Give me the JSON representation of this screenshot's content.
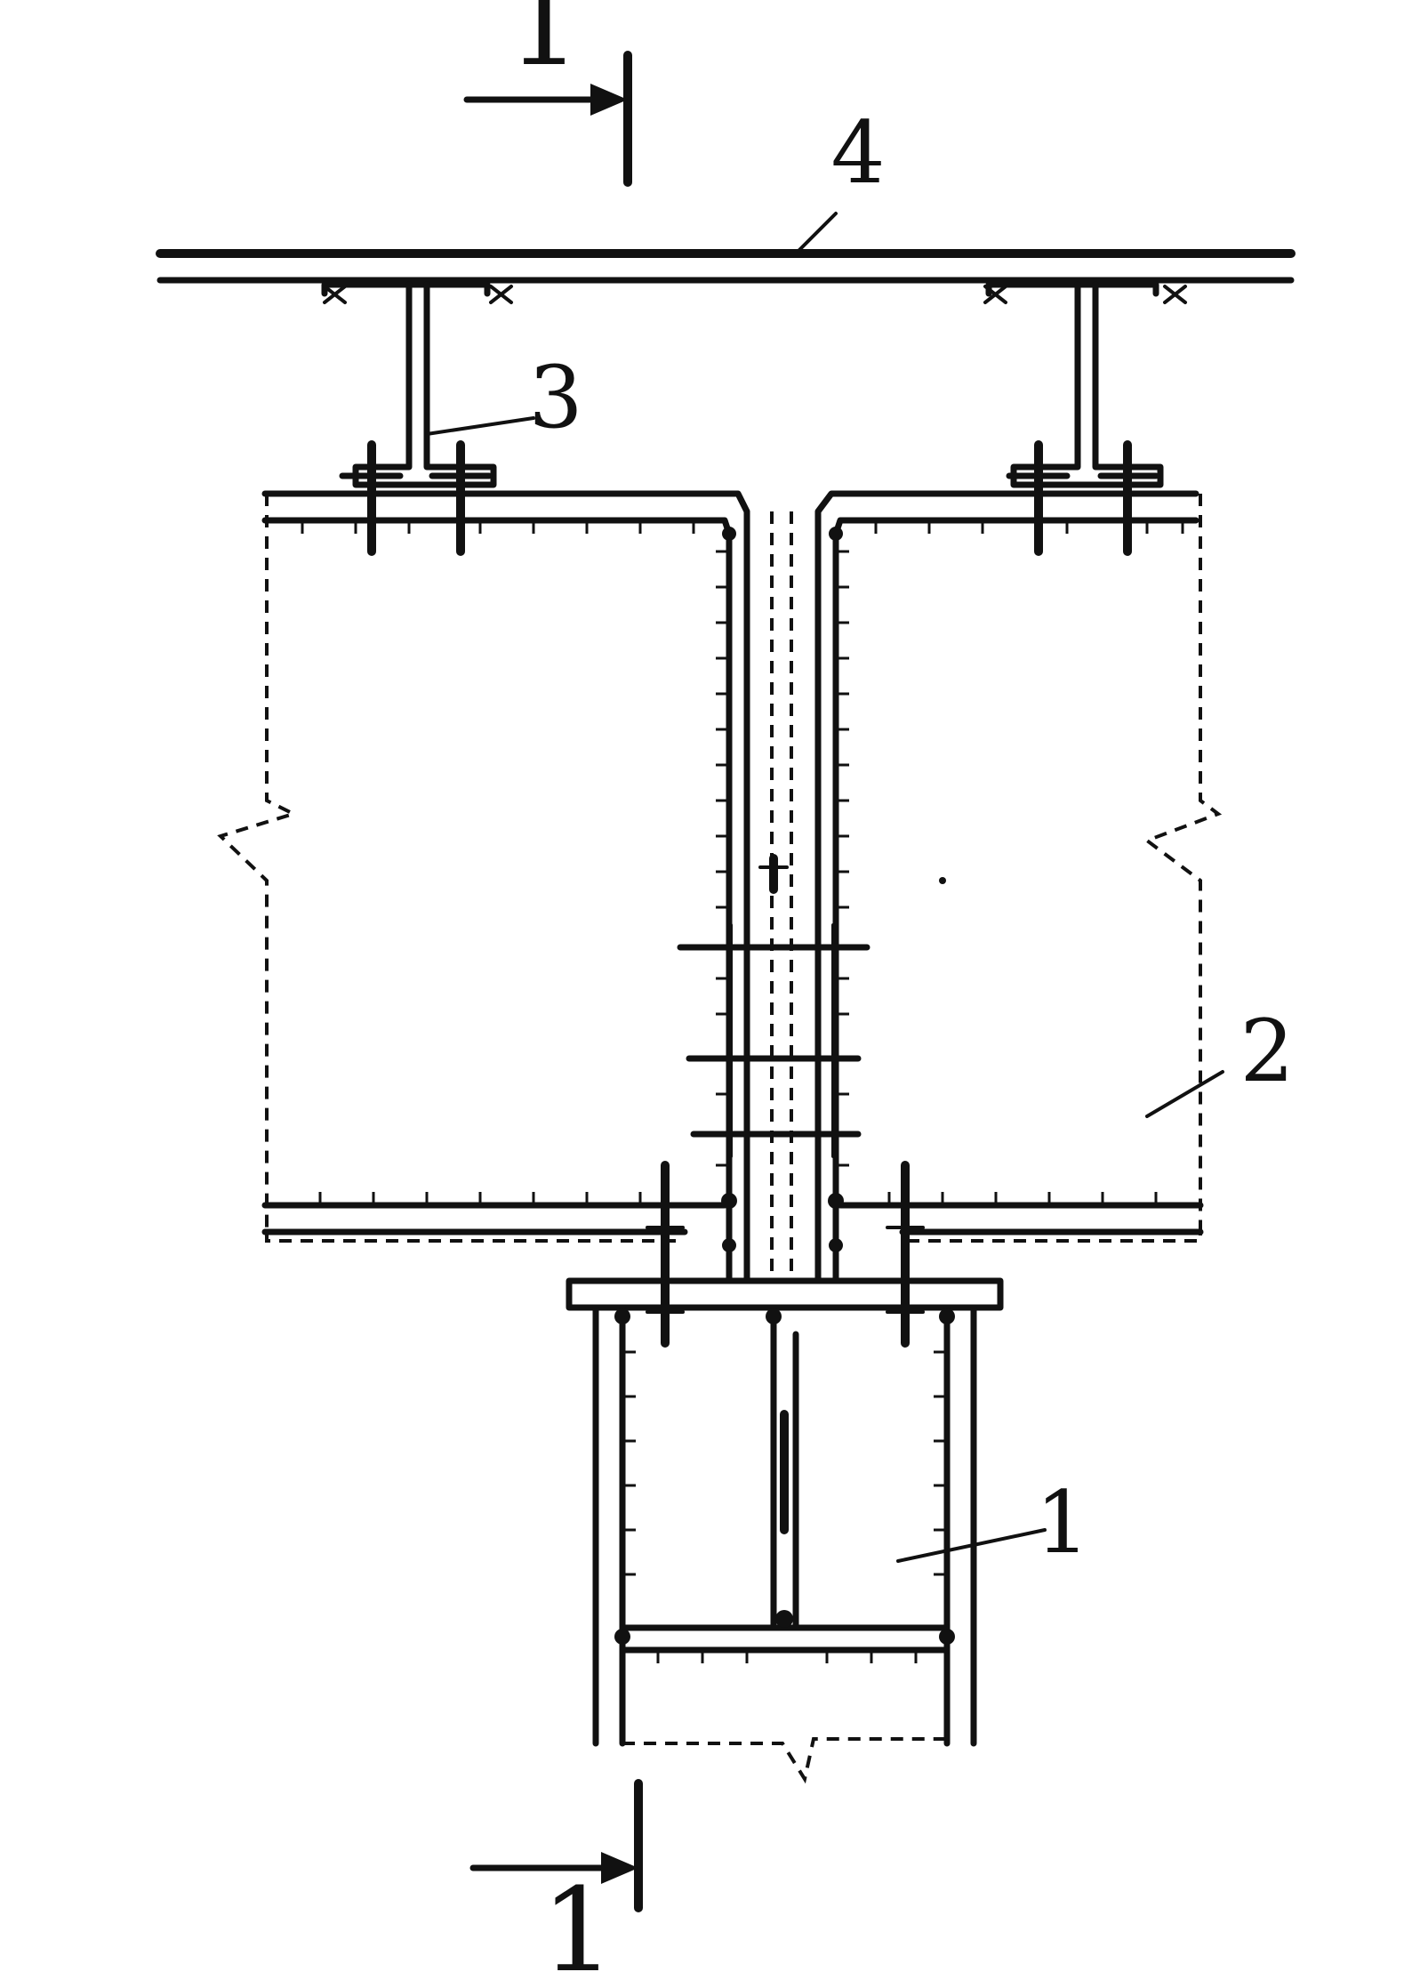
{
  "labels": {
    "section_top": "1",
    "section_bottom": "1",
    "part_4": "4",
    "part_3": "3",
    "part_2": "2",
    "part_1": "1"
  },
  "colors": {
    "ink": "#111111",
    "paper": "#ffffff"
  }
}
